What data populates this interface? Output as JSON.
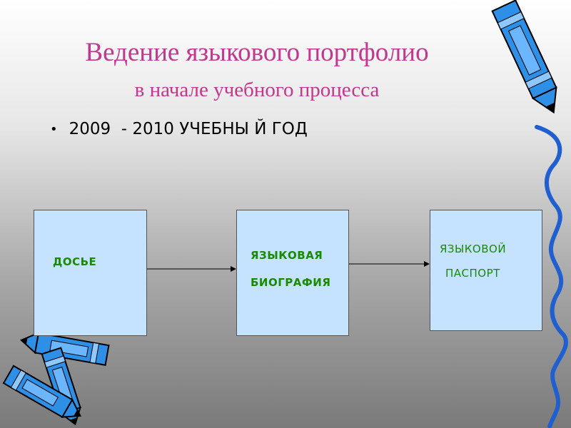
{
  "title": {
    "line1": "Ведение языкового портфолио",
    "line2": "в начале учебного процесса"
  },
  "bullet": "2009  - 2010 УЧЕБНЫ Й ГОД",
  "boxes": [
    {
      "lines": [
        "ДОСЬЕ"
      ]
    },
    {
      "lines": [
        "ЯЗЫКОВАЯ",
        "БИОГРАФИЯ"
      ]
    },
    {
      "lines": [
        "ЯЗЫКОВОЙ",
        "ПАСПОРТ"
      ]
    }
  ],
  "colors": {
    "title": "#c0398f",
    "box_fill": "#c5e3ff",
    "box_text": "#1a8a00",
    "crayon": "#2d8fe6"
  },
  "icons": [
    "crayon-icon",
    "crayon-icon",
    "crayon-icon",
    "squiggle-decoration"
  ]
}
